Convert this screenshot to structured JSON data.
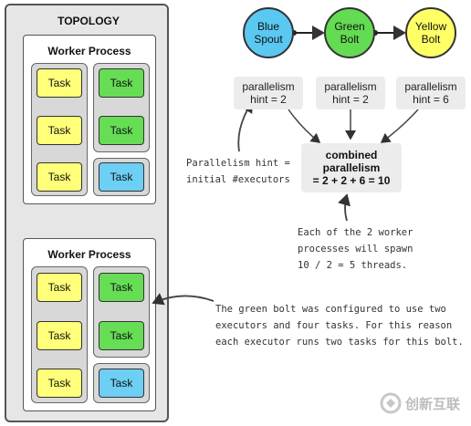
{
  "topology": {
    "title": "TOPOLOGY",
    "workers": [
      {
        "title": "Worker Process",
        "tasks": [
          "Task",
          "Task",
          "Task",
          "Task",
          "Task",
          "Task"
        ]
      },
      {
        "title": "Worker Process",
        "tasks": [
          "Task",
          "Task",
          "Task",
          "Task",
          "Task",
          "Task"
        ]
      }
    ]
  },
  "colors": {
    "yellow": "#ffff7a",
    "green": "#66dd55",
    "blue": "#6ccff3"
  },
  "components": [
    {
      "label": "Blue\nSpout",
      "color": "#5bc8f2",
      "icon": "spout-icon"
    },
    {
      "label": "Green\nBolt",
      "color": "#63db52",
      "icon": "bolt-icon"
    },
    {
      "label": "Yellow\nBolt",
      "color": "#ffff66",
      "icon": "bolt-icon"
    }
  ],
  "hints": [
    "parallelism\nhint = 2",
    "parallelism\nhint = 2",
    "parallelism\nhint = 6"
  ],
  "combined": "combined\nparallelism\n= 2 + 2 + 6 = 10",
  "notes": {
    "hint_note": "Parallelism hint =\ninitial #executors",
    "worker_note": "Each of the 2 worker\nprocesses will spawn\n10 / 2 = 5 threads.",
    "bolt_note": "The green bolt was configured to use two\nexecutors and four tasks.  For this reason\neach executor runs two tasks for this bolt."
  },
  "watermark": {
    "brand": "创新互联"
  }
}
